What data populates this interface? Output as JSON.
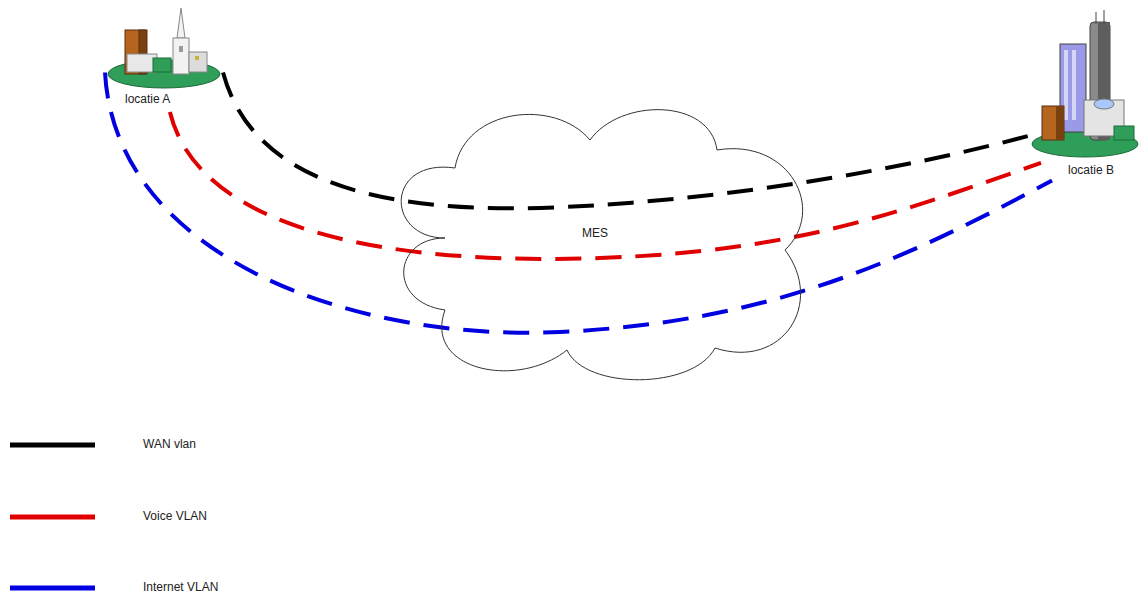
{
  "diagram": {
    "nodes": [
      {
        "text": [
          "locatie A"
        ]
      },
      {
        "text": [
          "MES"
        ]
      },
      {
        "text": [
          "locatie B"
        ]
      }
    ],
    "edges": [
      {
        "from": 0,
        "to": 2,
        "arrow": "none"
      },
      {
        "from": 0,
        "to": 2,
        "arrow": "none"
      },
      {
        "from": 0,
        "to": 2,
        "arrow": "none"
      }
    ],
    "legend": [
      {
        "text": "WAN vlan"
      },
      {
        "text": "Voice VLAN"
      },
      {
        "text": "Internet VLAN"
      }
    ]
  }
}
